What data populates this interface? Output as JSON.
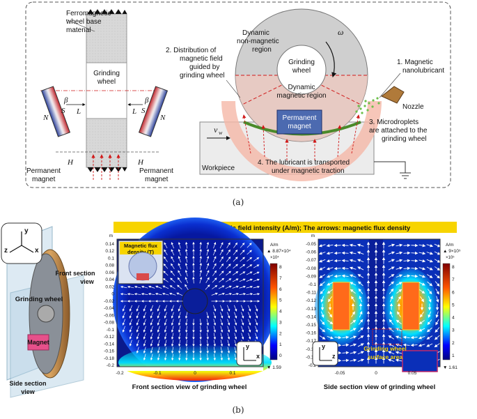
{
  "panel_a": {
    "caption": "(a)",
    "ferro_label": [
      "Ferromagnetic",
      "wheel base",
      "material"
    ],
    "grinding_wheel_label": [
      "Grinding",
      "wheel"
    ],
    "permanent_magnet_left": [
      "Permanent",
      "magnet"
    ],
    "permanent_magnet_right": [
      "Permanent",
      "magnet"
    ],
    "beta": "β",
    "L": "L",
    "H": "H",
    "N": "N",
    "S": "S",
    "label_2": [
      "2.  Distribution of",
      "magnetic field",
      "guided by",
      "grinding wheel"
    ],
    "dynamic_nonmag": [
      "Dynamic",
      "non-magnetic",
      "region"
    ],
    "grinding_wheel_center": [
      "Grinding",
      "wheel"
    ],
    "omega": "ω",
    "dynamic_mag": [
      "Dynamic",
      "magnetic region"
    ],
    "label_1": [
      "1. Magnetic",
      "nanolubricant"
    ],
    "nozzle": "Nozzle",
    "permanent_magnet_center": [
      "Permanent",
      "magnet"
    ],
    "label_3": [
      "3. Microdroplets",
      "are attached to the",
      "grinding wheel"
    ],
    "vw": "v",
    "vw_sub": "w",
    "label_4": [
      "4. The lubricant is transported",
      "under magnetic traction"
    ],
    "workpiece": "Workpiece"
  },
  "panel_b": {
    "caption": "(b)",
    "banner": "Surface color: magnetic field intensity (A/m);       The arrows: magnetic flux density",
    "axis_y": "y",
    "axis_z": "z",
    "axis_x": "x",
    "front_section_view": [
      "Front section",
      "view"
    ],
    "grinding_wheel": "Grinding wheel",
    "magnet": "Magnet",
    "side_section_view": [
      "Side section",
      "view"
    ],
    "front_title": "Front section view of grinding wheel",
    "side_title": "Side section view of grinding wheel",
    "inset_label": [
      "Magnetic flux",
      "density (T)"
    ],
    "grinding_surface_label": [
      "Grinding wheel",
      "surface area"
    ],
    "front_unit_m": "m",
    "front_yticks": [
      "0.14",
      "0.12",
      "0.1",
      "0.08",
      "0.06",
      "0.04",
      "0.02",
      "0",
      "-0.02",
      "-0.04",
      "-0.06",
      "-0.08",
      "-0.1",
      "-0.12",
      "-0.14",
      "-0.16",
      "-0.18",
      "-0.2"
    ],
    "front_xticks": [
      "-0.2",
      "-0.1",
      "0",
      "0.1"
    ],
    "front_cbar": {
      "unit": "A/m",
      "max": "▲ 8.87×10⁴",
      "mult": "×10⁴",
      "ticks": [
        "8",
        "7",
        "6",
        "5",
        "4",
        "3",
        "2",
        "1",
        "0"
      ],
      "min": "▼ 1.59"
    },
    "side_unit_m": "m",
    "side_yticks": [
      "-0.05",
      "-0.06",
      "-0.07",
      "-0.08",
      "-0.09",
      "-0.1",
      "-0.11",
      "-0.12",
      "-0.13",
      "-0.14",
      "-0.15",
      "-0.16",
      "-0.17",
      "-0.18",
      "-0.19",
      "-0.2"
    ],
    "side_xticks": [
      "-0.05",
      "0",
      "0.05"
    ],
    "side_cbar": {
      "unit": "A/m",
      "max": "▲ 9×10⁵",
      "mult": "×10⁵",
      "ticks": [
        "8",
        "7",
        "6",
        "5",
        "4",
        "3",
        "2",
        "1"
      ],
      "min": "▼ 1.61"
    }
  }
}
